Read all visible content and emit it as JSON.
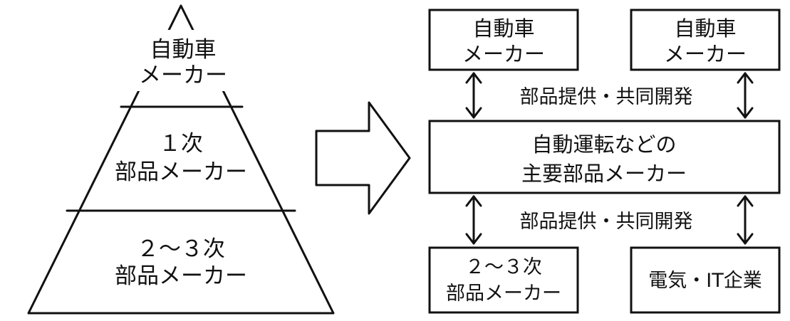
{
  "pyramid": {
    "top": {
      "line1": "自動車",
      "line2": "メーカー"
    },
    "middle": {
      "line1": "１次",
      "line2": "部品メーカー"
    },
    "bottom": {
      "line1": "２～３次",
      "line2": "部品メーカー"
    }
  },
  "network": {
    "automaker_left": {
      "line1": "自動車",
      "line2": "メーカー"
    },
    "automaker_right": {
      "line1": "自動車",
      "line2": "メーカー"
    },
    "center": {
      "line1": "自動運転などの",
      "line2": "主要部品メーカー"
    },
    "tier23": {
      "line1": "２～３次",
      "line2": "部品メーカー"
    },
    "electric_it": {
      "label": "電気・IT企業"
    },
    "relation_top": "部品提供・共同開発",
    "relation_bottom": "部品提供・共同開発"
  }
}
